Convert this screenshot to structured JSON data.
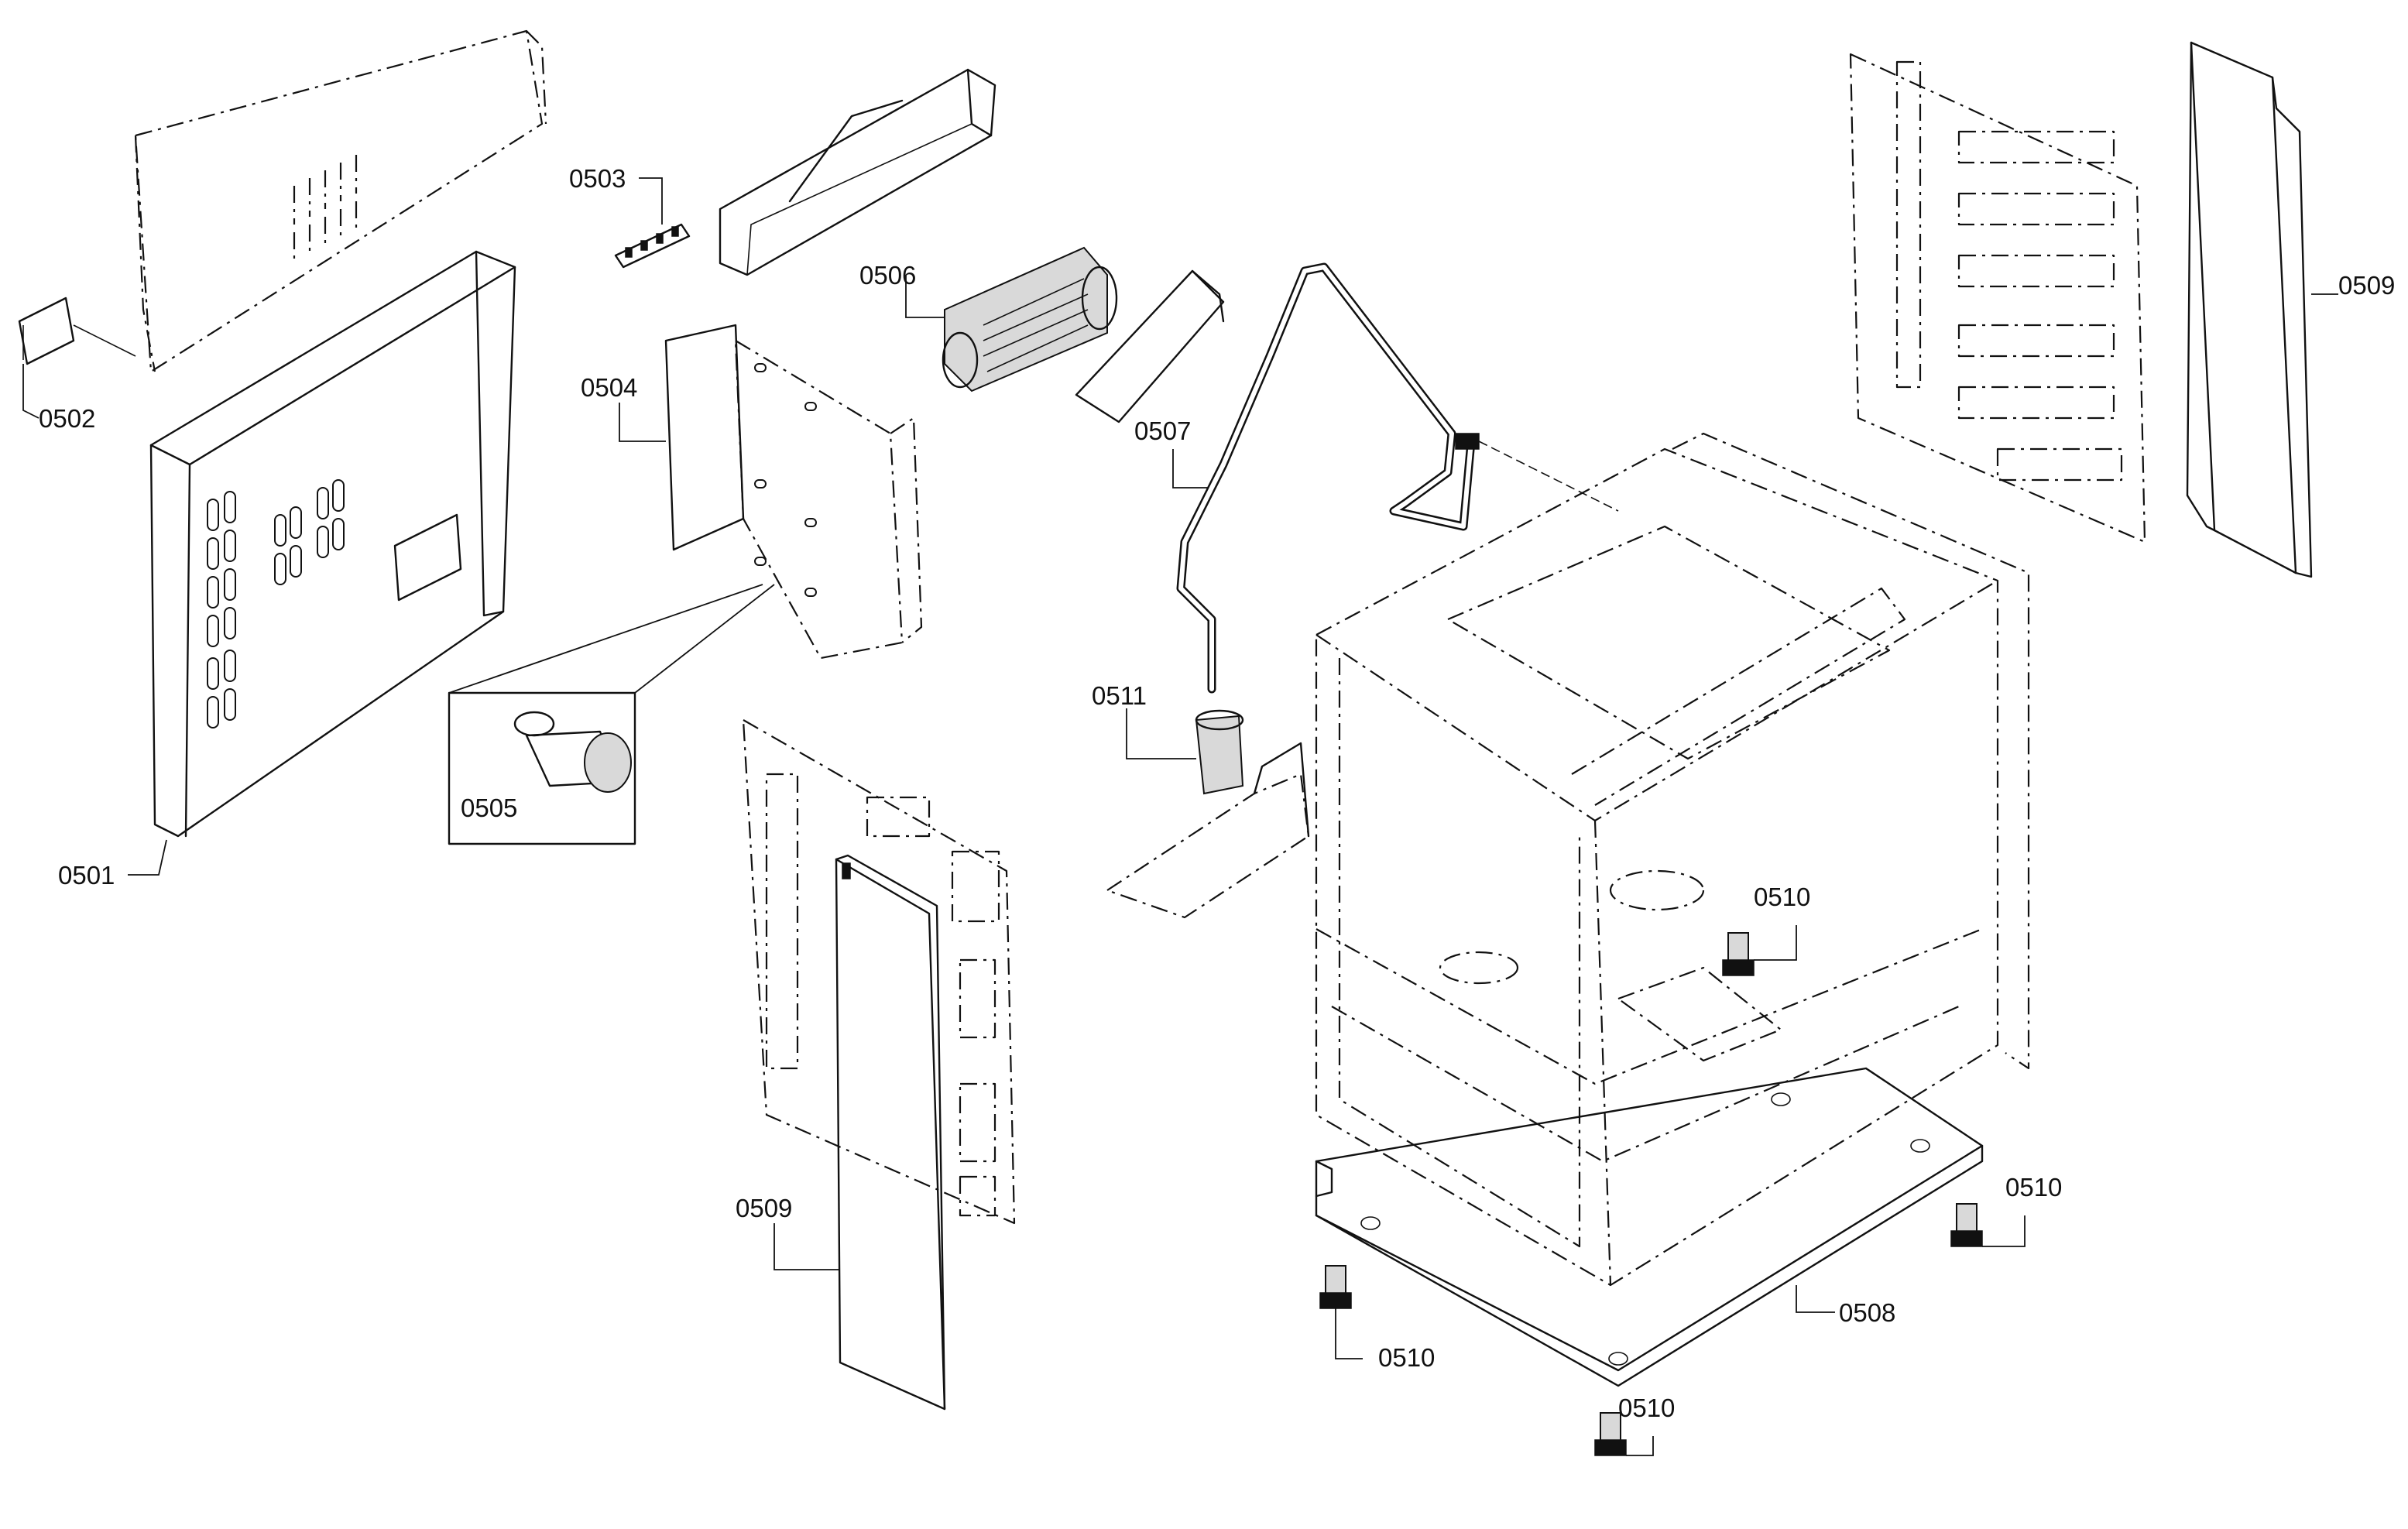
{
  "diagram": {
    "callouts": {
      "p0501": "0501",
      "p0502": "0502",
      "p0503": "0503",
      "p0504": "0504",
      "p0505": "0505",
      "p0506": "0506",
      "p0507": "0507",
      "p0508": "0508",
      "p0509_left": "0509",
      "p0509_right": "0509",
      "p0510_cabinet": "0510",
      "p0510_right": "0510",
      "p0510_bottom_left": "0510",
      "p0510_bottom_center": "0510",
      "p0511": "0511"
    }
  }
}
